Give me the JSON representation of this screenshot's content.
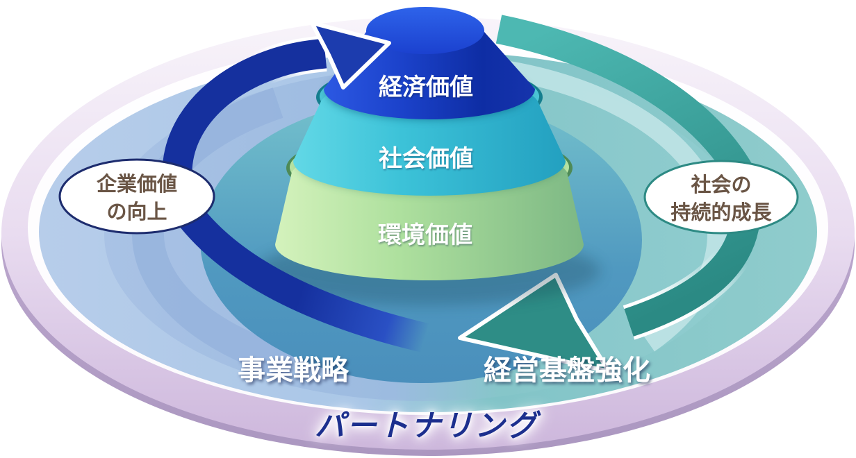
{
  "pyramid": {
    "tiers": [
      {
        "label": "経済価値",
        "color": "#1c41c8"
      },
      {
        "label": "社会価値",
        "color": "#3bbfd6"
      },
      {
        "label": "環境価値",
        "color": "#a8dc9a"
      }
    ]
  },
  "callouts": {
    "left": {
      "line1": "企業価値",
      "line2": "の向上",
      "border_color": "#1d2c6e",
      "text_color": "#6a5545"
    },
    "right": {
      "line1": "社会の",
      "line2": "持続的成長",
      "border_color": "#2d8a84",
      "text_color": "#6a5545"
    }
  },
  "rings": {
    "business_strategy": {
      "label": "事業戦略"
    },
    "management_base": {
      "label": "経営基盤強化"
    },
    "partnering": {
      "label": "パートナリング",
      "text_color": "#1c2f8e"
    }
  },
  "arrows": {
    "left_up": {
      "name": "upward-cycle-arrow",
      "color": "#1d3bb0"
    },
    "right_down": {
      "name": "downward-cycle-arrow",
      "color": "#2e8d86"
    }
  },
  "palette": {
    "outer_ring": "#d9c6e4",
    "left_field": "#a9c6e6",
    "right_field": "#7cc4c6",
    "inner_field": "#4f97bf"
  }
}
